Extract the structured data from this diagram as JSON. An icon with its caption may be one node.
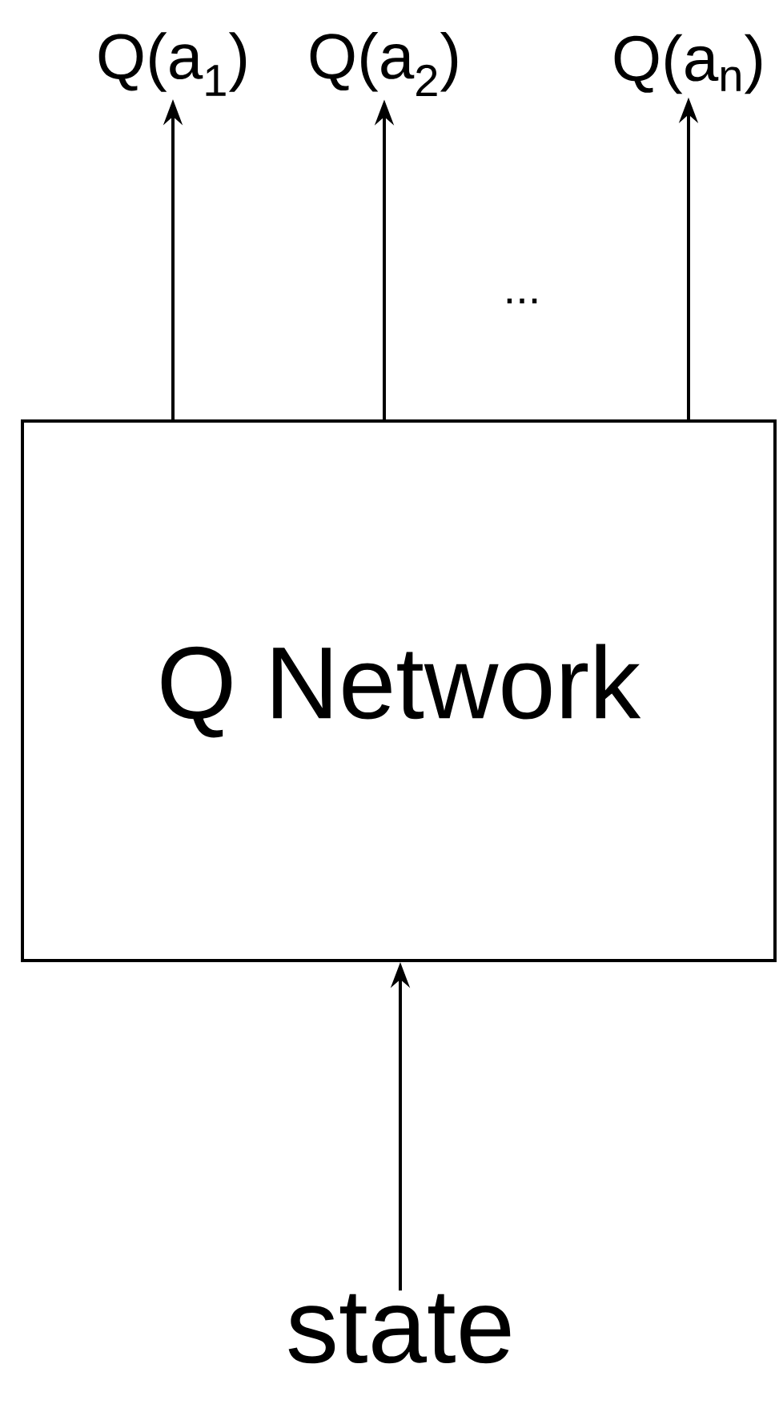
{
  "diagram": {
    "nodes": [
      {
        "text": [
          "Q Network"
        ]
      },
      {
        "text": [
          "state"
        ]
      },
      {
        "text": [
          "Q(a$_{1}$)"
        ]
      },
      {
        "text": [
          "Q(a$_{2}$)"
        ]
      },
      {
        "text": [
          "Q(a$_{n}$)"
        ]
      }
    ],
    "edges": [
      {
        "from": 1,
        "to": 0,
        "arrow": "to"
      },
      {
        "from": 0,
        "to": 2,
        "arrow": "to"
      },
      {
        "from": 0,
        "to": 3,
        "arrow": "to"
      },
      {
        "from": 0,
        "to": 4,
        "arrow": "to"
      }
    ],
    "labels": [
      "..."
    ]
  }
}
